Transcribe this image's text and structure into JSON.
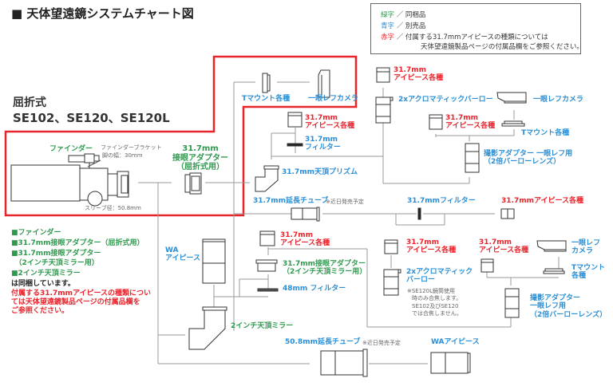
{
  "title": "■ 天体望遠鏡システムチャート図",
  "legend": {
    "green_key": "緑字",
    "green_val": "／ 同梱品",
    "blue_key": "青字",
    "blue_val": "／ 別売品",
    "red_key": "赤字",
    "red_val": "／ 付属する31.7mmアイピースの種類については",
    "red_val2": "天体望遠鏡製品ページの付属品欄をご参照ください。"
  },
  "colors": {
    "included": "#2f9a4e",
    "optional": "#2a8fd6",
    "note": "#e8232a",
    "highlight_frame": "#e8232a"
  },
  "model": {
    "type": "屈折式",
    "names": "SE102、SE120、SE120L"
  },
  "labels": {
    "finder": "ファインダー",
    "finder_bracket": "ファインダーブラケット",
    "finder_bracket_width": "脚の幅：30mm",
    "sleeve": "スリーブ径：50.8mm",
    "adapter_refractor_1": "31.7mm",
    "adapter_refractor_2": "接眼アダプター",
    "adapter_refractor_3": "（屈折式用）",
    "tmount_top": "Tマウント各種",
    "slr_top": "一眼レフカメラ",
    "ep317_a_1": "31.7mm",
    "ep317_a_2": "アイピース各種",
    "filter317_1": "31.7mm",
    "filter317_2": "フィルター",
    "prism": "31.7mm天頂プリズム",
    "ep317_b_1": "31.7mm",
    "ep317_b_2": "アイピース各種",
    "barlow_top": "2xアクロマティックバーロー",
    "slr_right": "一眼レフカメラ",
    "ep317_c_1": "31.7mm",
    "ep317_c_2": "アイピース各種",
    "tmount_right": "Tマウント各種",
    "photo_adapter_1": "撮影アダプター 一眼レフ用",
    "photo_adapter_2": "（2倍バーローレンズ）",
    "ext_tube_317": "31.7mm延長チューブ",
    "ext_tube_317_note": "※近日発売予定",
    "filter317_mid": "31.7mmフィルター",
    "ep317_mid": "31.7mmアイピース各種",
    "wa_ep_1": "WA",
    "wa_ep_2": "アイピース",
    "ep317_d_1": "31.7mm",
    "ep317_d_2": "アイピース各種",
    "adapter_2in_1": "31.7mm接眼アダプター",
    "adapter_2in_2": "（2インチ天頂ミラー用）",
    "filter48": "48mm フィルター",
    "mirror_2in": "2インチ天頂ミラー",
    "ep317_e_1": "31.7mm",
    "ep317_e_2": "アイピース各種",
    "barlow_bottom_1": "2xアクロマティック",
    "barlow_bottom_2": "バーロー",
    "barlow_note_1": "※SE120L鏡筒使用",
    "barlow_note_2": "時のみ合焦します。",
    "barlow_note_3": "SE102及びSE120",
    "barlow_note_4": "では合焦しません。",
    "ep317_f_1": "31.7mm",
    "ep317_f_2": "アイピース各種",
    "slr_bottom_1": "一眼レフ",
    "slr_bottom_2": "カメラ",
    "tmount_bottom_1": "Tマウント",
    "tmount_bottom_2": "各種",
    "photo_adapter_b_1": "撮影アダプター",
    "photo_adapter_b_2": "一眼レフ用",
    "photo_adapter_b_3": "（2倍バーローレンズ）",
    "ext_tube_508": "50.8mm延長チューブ",
    "ext_tube_508_note": "※近日発売予定",
    "wa_ep_bottom": "WAアイピース"
  },
  "notes": {
    "items": [
      "■ファインダー",
      "■31.7mm接眼アダプター（屈折式用）",
      "■31.7mm接眼アダプター",
      "　（2インチ天頂ミラー用）",
      "■2インチ天頂ミラー"
    ],
    "included_text": "は同梱しています。",
    "red_1": "付属する31.7mmアイピースの種類につい",
    "red_2": "ては天体望遠鏡製品ページの付属品欄を",
    "red_3": "ご参照ください。"
  }
}
